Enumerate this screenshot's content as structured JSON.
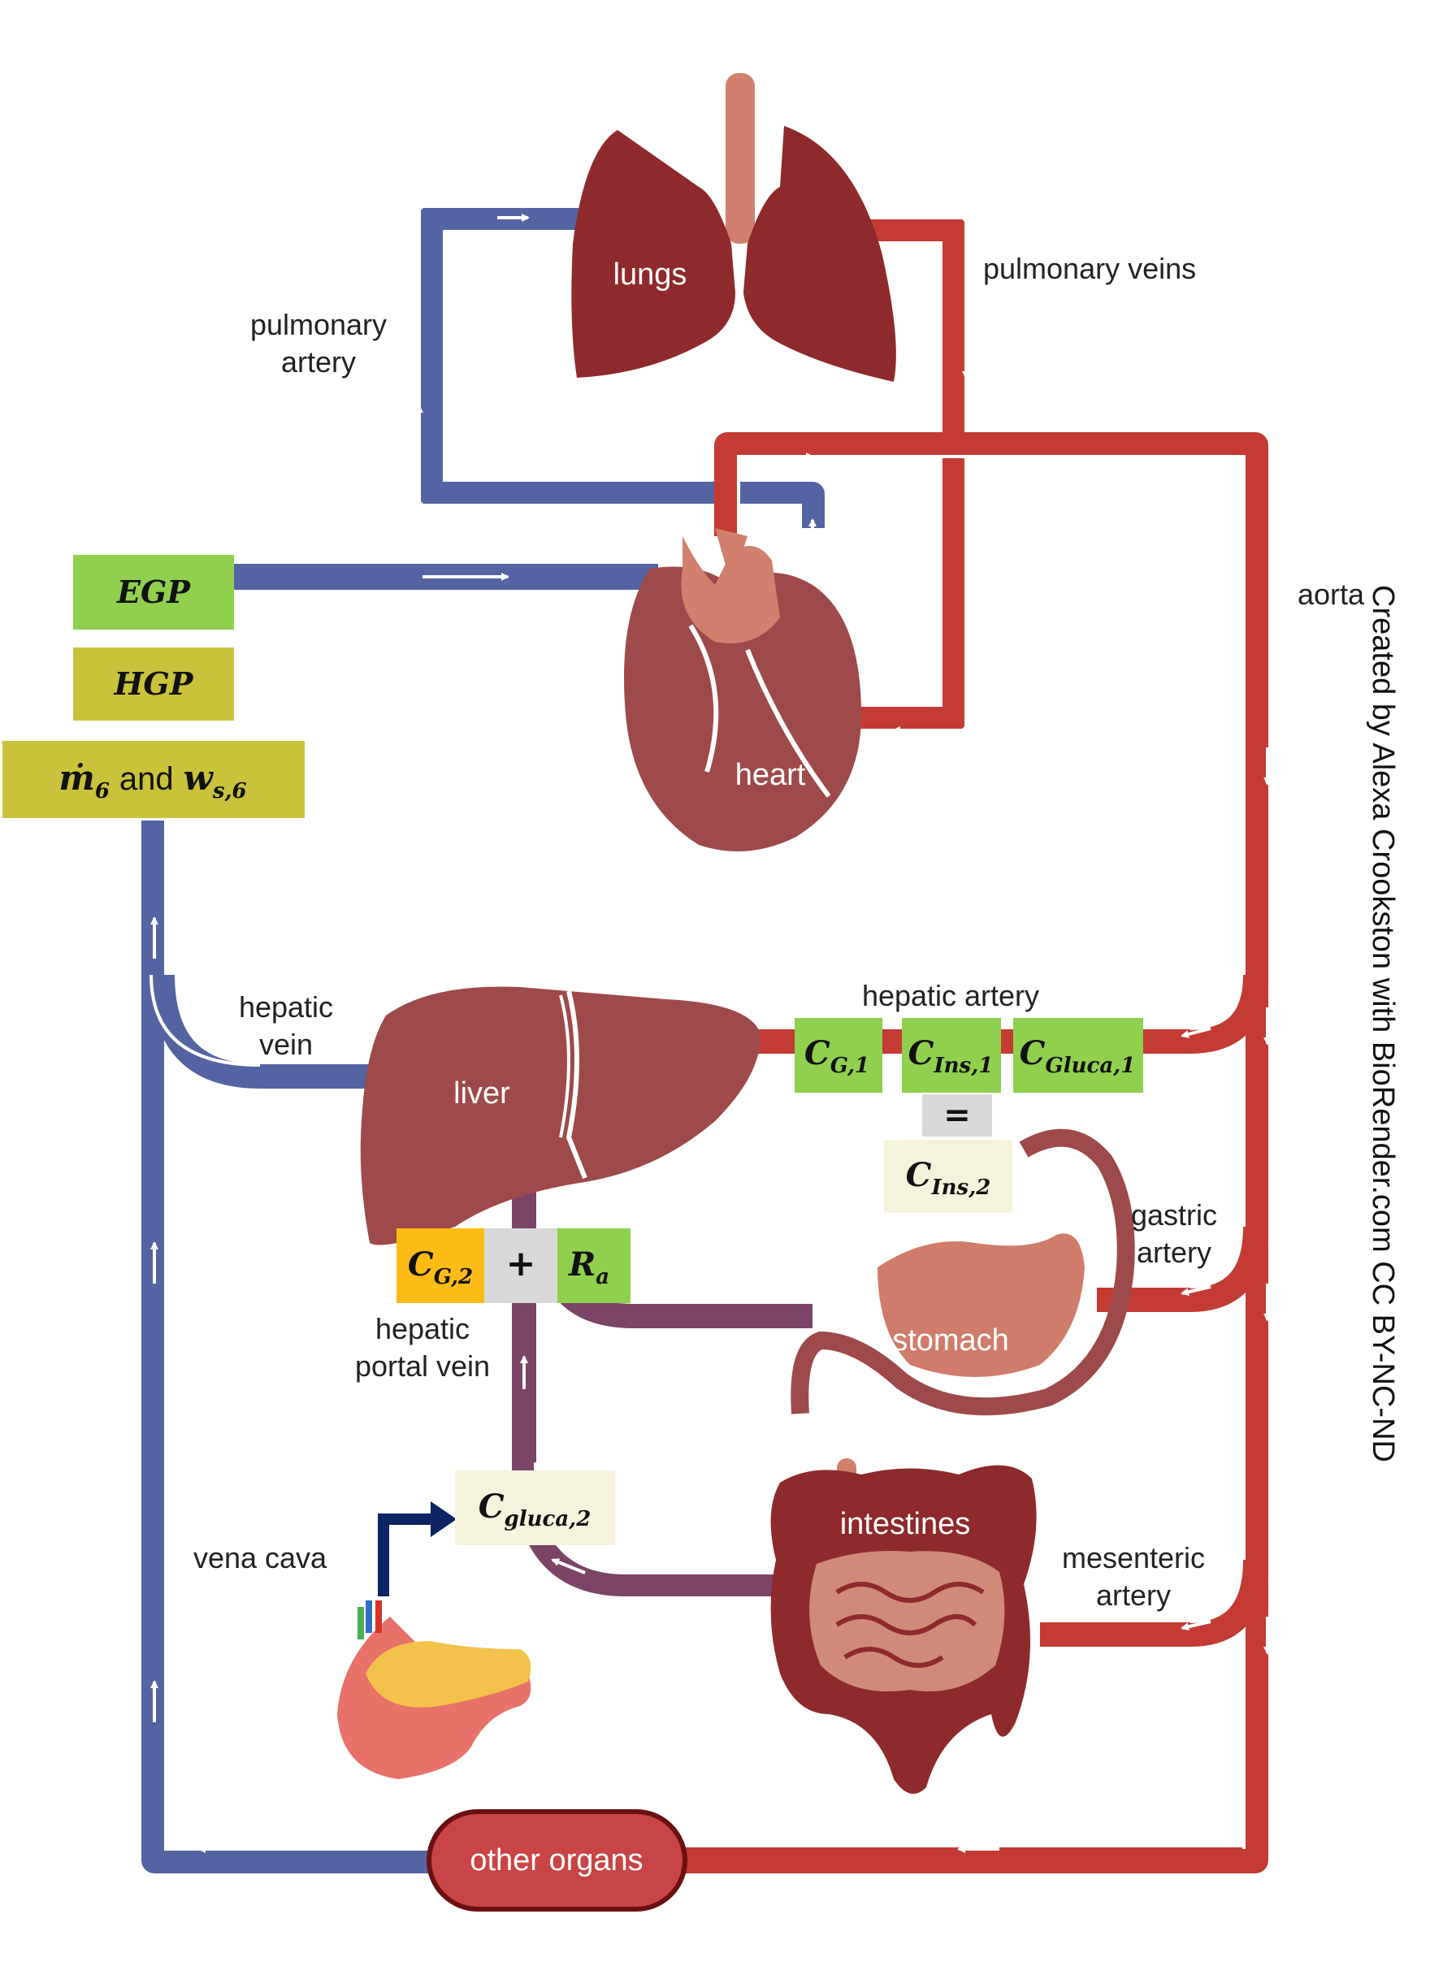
{
  "labels": {
    "lungs": "lungs",
    "heart": "heart",
    "liver": "liver",
    "stomach": "stomach",
    "intestines": "intestines",
    "other_organs": "other organs",
    "pulmonary_artery_1": "pulmonary",
    "pulmonary_artery_2": "artery",
    "pulmonary_veins": "pulmonary veins",
    "aorta": "aorta",
    "hepatic_vein_1": "hepatic",
    "hepatic_vein_2": "vein",
    "hepatic_artery": "hepatic artery",
    "gastric_artery_1": "gastric",
    "gastric_artery_2": "artery",
    "hepatic_portal_vein_1": "hepatic",
    "hepatic_portal_vein_2": "portal vein",
    "vena_cava": "vena cava",
    "mesenteric_artery_1": "mesenteric",
    "mesenteric_artery_2": "artery"
  },
  "boxes": {
    "egp": "EGP",
    "hgp": "HGP",
    "m6_main": "ṁ",
    "m6_sub": "6",
    "m6_and": "and",
    "ws6_main": "w",
    "ws6_sub": "s,6",
    "cg1_main": "C",
    "cg1_sub": "G,1",
    "cins1_main": "C",
    "cins1_sub": "Ins,1",
    "cgluca1_main": "C",
    "cgluca1_sub": "Gluca,1",
    "equals": "=",
    "cins2_main": "C",
    "cins2_sub": "Ins,2",
    "cg2_main": "C",
    "cg2_sub": "G,2",
    "plus": "+",
    "ra_main": "R",
    "ra_sub": "a",
    "cgluca2_main": "C",
    "cgluca2_sub": "gluca,2"
  },
  "credit": "Created by Alexa Crookston with BioRender.com CC BY-NC-ND",
  "colors": {
    "vein_blue": "#5464a3",
    "artery_red": "#c33b33",
    "portal_purple": "#7c4466",
    "organ_dark": "#9e4a4a",
    "lung_dark": "#8e2a2c",
    "green_box": "#8fd04e",
    "olive_box": "#c9c23a",
    "yellow_box": "#fdbc15",
    "cream_box": "#f6f3dd",
    "gray_box": "#d8d8d8",
    "navy_arrow": "#0d2463"
  }
}
